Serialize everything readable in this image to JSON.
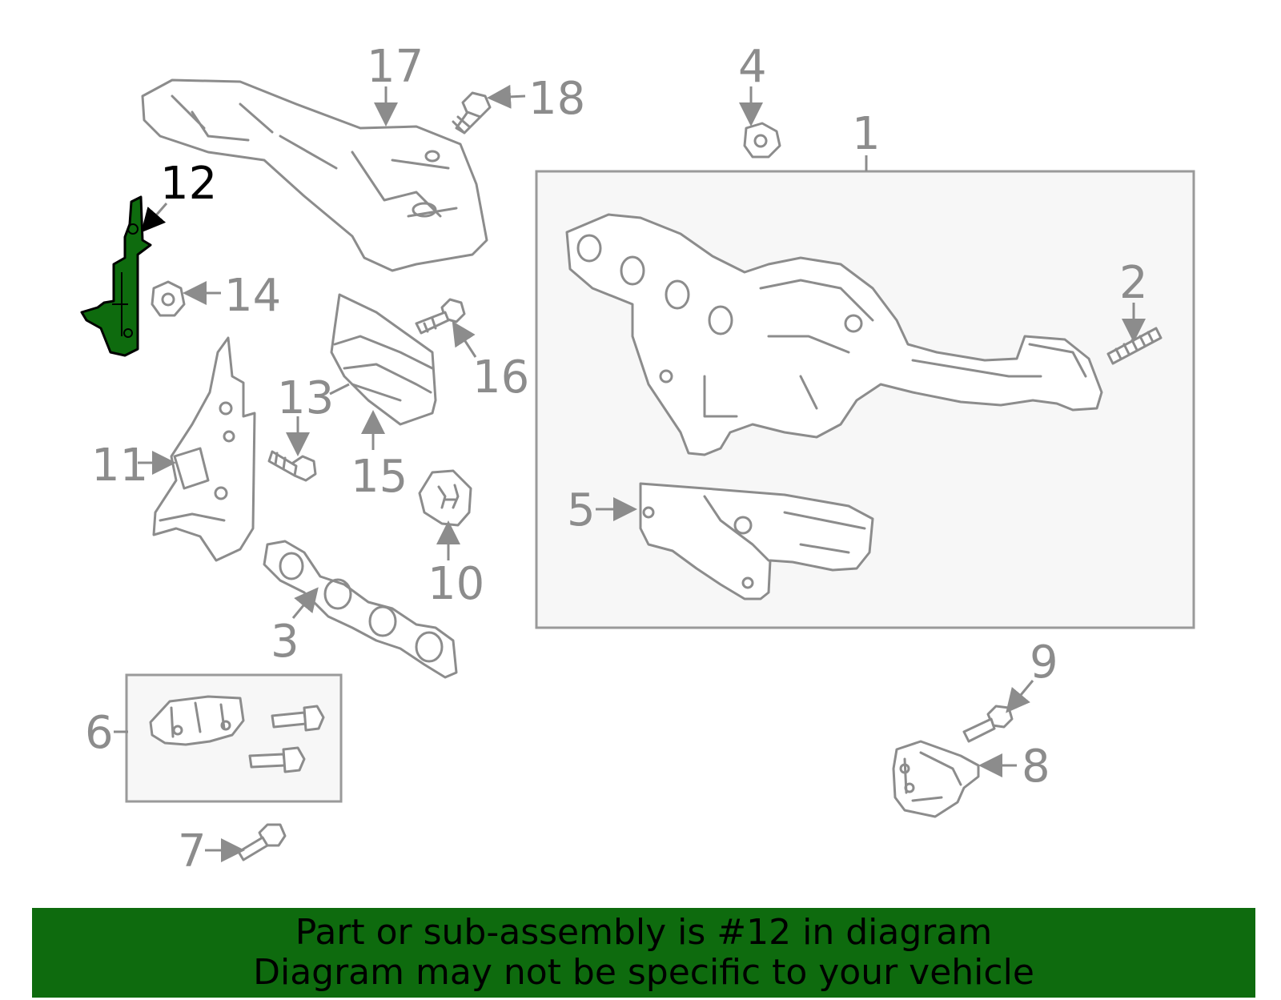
{
  "colors": {
    "highlight": "#0e6b0e",
    "part_stroke": "#8c8c8c",
    "box_fill": "#f7f7f7",
    "banner_bg": "#0e6b0e"
  },
  "callouts": {
    "c1": "1",
    "c2": "2",
    "c3": "3",
    "c4": "4",
    "c5": "5",
    "c6": "6",
    "c7": "7",
    "c8": "8",
    "c9": "9",
    "c10": "10",
    "c11": "11",
    "c12": "12",
    "c13": "13",
    "c14": "14",
    "c15": "15",
    "c16": "16",
    "c17": "17",
    "c18": "18"
  },
  "highlighted_part": "12",
  "banner": {
    "line1": "Part or sub-assembly is #12 in diagram",
    "line2": "Diagram may not be specific to your vehicle"
  }
}
